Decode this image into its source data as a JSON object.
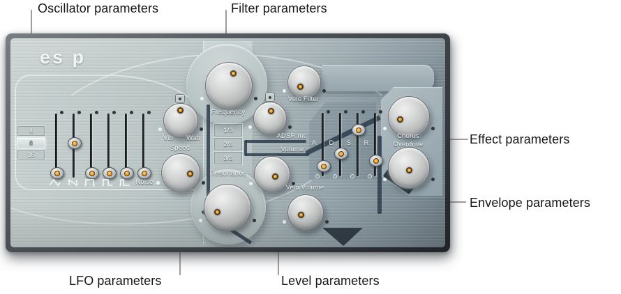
{
  "colors": {
    "accent_orange": "#f59d1e",
    "panel_navy": "#2d3c4c",
    "callout_line_gray": "#8f9092"
  },
  "callouts": {
    "oscillator": {
      "label": "Oscillator parameters"
    },
    "filter": {
      "label": "Filter parameters"
    },
    "effect": {
      "label": "Effect parameters"
    },
    "envelope": {
      "label": "Envelope parameters"
    },
    "lfo": {
      "label": "LFO parameters"
    },
    "level": {
      "label": "Level parameters"
    }
  },
  "panel": {
    "logo": "es p",
    "octave": {
      "selected": "8",
      "buttons": [
        {
          "label": "4"
        },
        {
          "label": "8"
        },
        {
          "label": "16"
        }
      ]
    },
    "oscillators": {
      "waveforms": [
        {
          "icon": "triangle-wave-icon",
          "label": ""
        },
        {
          "icon": "sawtooth-wave-icon",
          "label": ""
        },
        {
          "icon": "square-wave-icon",
          "label": ""
        },
        {
          "icon": "pulse-wide-icon",
          "label": ""
        },
        {
          "icon": "pulse-narrow-icon",
          "label": ""
        },
        {
          "icon": "noise",
          "label": "Noise"
        }
      ]
    },
    "lfo": {
      "vib_label": "Vib",
      "wah_label": "Wah",
      "speed_label": "Speed"
    },
    "filter": {
      "frequency_label": "Frequency",
      "resonance_label": "Resonance",
      "slope_buttons": [
        {
          "label": "1/3"
        },
        {
          "label": "2/3"
        },
        {
          "label": "3/3"
        }
      ],
      "velo_filter_label": "Velo Filter",
      "adsr_int_label": "ADSR Int"
    },
    "level": {
      "volume_label": "Volume",
      "velo_volume_label": "Velo Volume"
    },
    "envelope": {
      "sliders": [
        {
          "label": "A"
        },
        {
          "label": "D"
        },
        {
          "label": "S"
        },
        {
          "label": "R"
        }
      ]
    },
    "effects": {
      "chorus_label": "Chorus",
      "overdrive_label": "Overdrive"
    }
  }
}
